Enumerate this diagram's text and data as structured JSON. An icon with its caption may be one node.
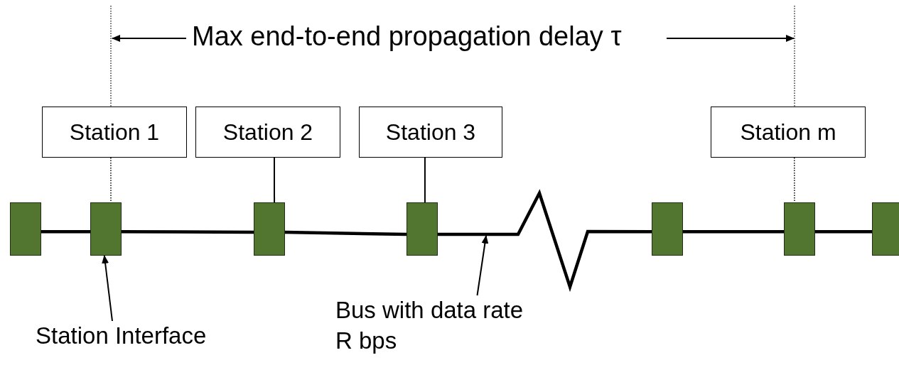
{
  "diagram": {
    "nodes": [
      {
        "text": [
          "Station 1"
        ]
      },
      {
        "text": [
          "Station 2"
        ]
      },
      {
        "text": [
          "Station 3"
        ]
      },
      {
        "text": [
          "Station m"
        ]
      },
      {
        "text": [],
        "shape": "box"
      },
      {
        "text": [],
        "shape": "box"
      },
      {
        "text": [],
        "shape": "box"
      },
      {
        "text": [],
        "shape": "box"
      },
      {
        "text": [],
        "shape": "box"
      },
      {
        "text": [],
        "shape": "box"
      },
      {
        "text": [],
        "shape": "box"
      },
      {
        "text": [
          "Station Interface"
        ]
      },
      {
        "text": [
          "Bus with data rate R bps"
        ]
      }
    ],
    "edges": [
      {
        "from": 0,
        "to": 5,
        "arrow": "none",
        "style": "dashed"
      },
      {
        "from": 1,
        "to": 6,
        "arrow": "none"
      },
      {
        "from": 2,
        "to": 7,
        "arrow": "none"
      },
      {
        "from": 3,
        "to": 9,
        "arrow": "none",
        "style": "dashed"
      },
      {
        "from": 4,
        "to": 5,
        "arrow": "none",
        "style": "thick"
      },
      {
        "from": 5,
        "to": 6,
        "arrow": "none",
        "style": "thick"
      },
      {
        "from": 6,
        "to": 7,
        "arrow": "none",
        "style": "thick"
      },
      {
        "from": 7,
        "to": 8,
        "arrow": "none",
        "style": "thick"
      },
      {
        "from": 8,
        "to": 9,
        "arrow": "none",
        "style": "thick"
      },
      {
        "from": 9,
        "to": 10,
        "arrow": "none",
        "style": "thick"
      },
      {
        "from": 11,
        "to": 5,
        "arrow": "to"
      },
      {
        "from": 12,
        "to": null,
        "arrow": "to"
      }
    ],
    "labels": [
      "Max end-to-end propagation delay τ"
    ]
  }
}
